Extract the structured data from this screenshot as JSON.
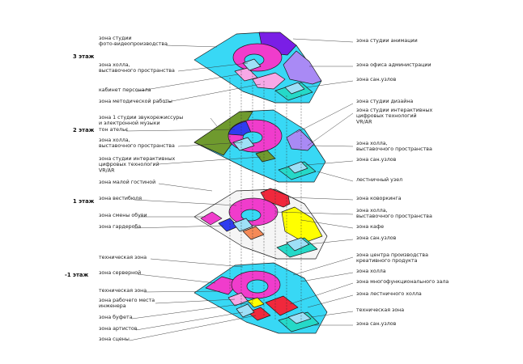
{
  "floors": {
    "f3": "3 этаж",
    "f2": "2 этаж",
    "f1": "1 этаж",
    "fm1": "-1 этаж"
  },
  "left_labels": [
    [
      "зона студии",
      "фото-видеопроизводства"
    ],
    [
      "зона холла,",
      "выставочного пространства"
    ],
    [
      "кабинет персонала"
    ],
    [
      "зона методической работы"
    ],
    [
      "зона 1 студии звукорежиссуры",
      "и электронной музыки"
    ],
    [
      "тон ательє"
    ],
    [
      "зона холла,",
      "выставочного пространства"
    ],
    [
      "зона студии интерактивных",
      "цифровых технологий",
      "VR/AR"
    ],
    [
      "зона малой гостиной"
    ],
    [
      "зона вестибюля"
    ],
    [
      "зона смены обуви"
    ],
    [
      "зона гардероба"
    ],
    [
      "техническая зона"
    ],
    [
      "зона серверной"
    ],
    [
      "техническая зона"
    ],
    [
      "зона рабочего места",
      "инженера"
    ],
    [
      "зона буфета"
    ],
    [
      "зона артистов"
    ],
    [
      "зона сцены"
    ]
  ],
  "right_labels": [
    [
      "зона студии анимации"
    ],
    [
      "зона офиса администрации"
    ],
    [
      "зона сан.узлов"
    ],
    [
      "зона студии дизайна"
    ],
    [
      "зона студии интерактивных",
      "цифровых технологий",
      "VR/AR"
    ],
    [
      "зона холла,",
      "выставочного пространства"
    ],
    [
      "зона сан.узлов"
    ],
    [
      "лестничный узел"
    ],
    [
      "зона коворкинга"
    ],
    [
      "зона холла,",
      "выставочного пространства"
    ],
    [
      "зона кафе"
    ],
    [
      "зона сан.узлов"
    ],
    [
      "зона центра производства",
      "креативного продукта"
    ],
    [
      "зона холла"
    ],
    [
      "зона многофункционального зала"
    ],
    [
      "зона лестничного холла"
    ],
    [
      "техническая зона"
    ],
    [
      "зона сан.узлов"
    ]
  ],
  "colors": {
    "cyan": "#38d8f5",
    "magenta": "#f03ccc",
    "violet": "#7a1ee6",
    "lavender": "#a98af5",
    "pink": "#f7a8e6",
    "green": "#6f9a2e",
    "blue": "#2f3cf0",
    "yellow": "#ffff00",
    "red": "#f0283c",
    "orange": "#f58a57",
    "lightblue": "#9ee0f7",
    "teal": "#25d9c8",
    "grey": "#e8e8e8"
  }
}
